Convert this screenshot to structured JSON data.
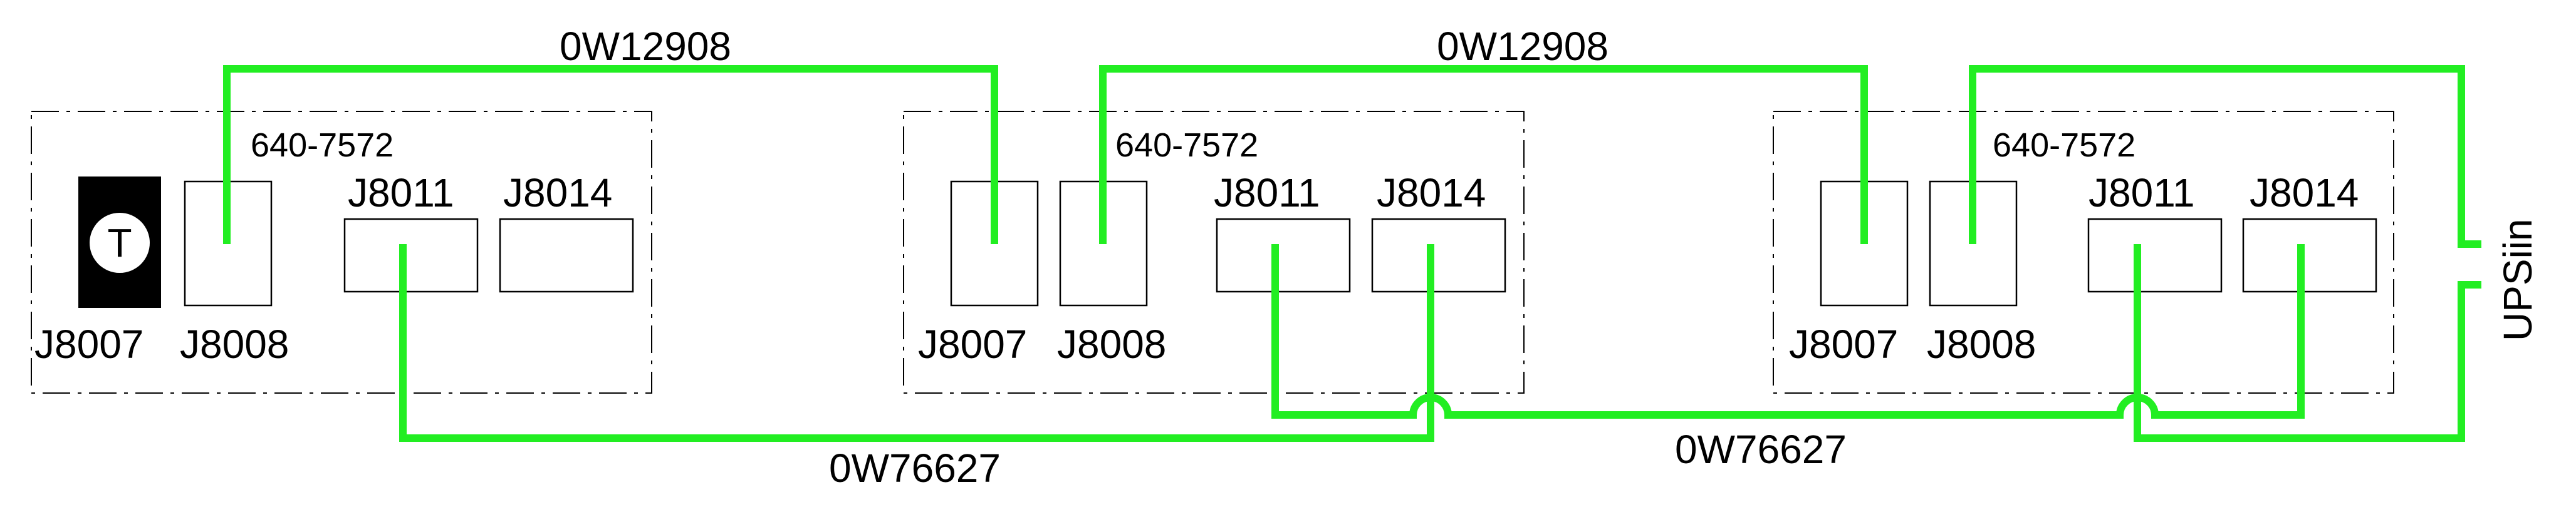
{
  "colors": {
    "cable": "#22ee22",
    "outline": "#000000",
    "terminator_bg": "#000000",
    "terminator_fg": "#ffffff"
  },
  "icons": {
    "terminator": "circled-T-terminator-icon"
  },
  "modules": [
    {
      "part": "640-7572",
      "j8007": "J8007",
      "j8008": "J8008",
      "j8011": "J8011",
      "j8014": "J8014"
    },
    {
      "part": "640-7572",
      "j8007": "J8007",
      "j8008": "J8008",
      "j8011": "J8011",
      "j8014": "J8014"
    },
    {
      "part": "640-7572",
      "j8007": "J8007",
      "j8008": "J8008",
      "j8011": "J8011",
      "j8014": "J8014"
    }
  ],
  "terminator": {
    "letter": "T"
  },
  "cables": {
    "top_1": "0W12908",
    "top_2": "0W12908",
    "bottom_1": "0W76627",
    "bottom_2": "0W76627"
  },
  "ups_label": "UPSiin"
}
